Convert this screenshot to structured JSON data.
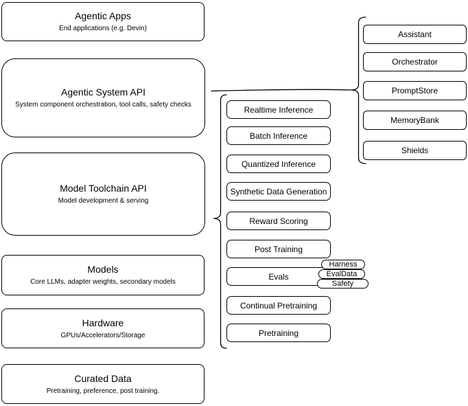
{
  "layers": [
    {
      "title": "Agentic Apps",
      "subtitle": "End applications (e.g. Devin)"
    },
    {
      "title": "Agentic System API",
      "subtitle": "System component orchestration, tool calls, safety checks"
    },
    {
      "title": "Model Toolchain API",
      "subtitle": "Model development & serving"
    },
    {
      "title": "Models",
      "subtitle": "Core LLMs, adapter weights, secondary models"
    },
    {
      "title": "Hardware",
      "subtitle": "GPUs/Accelerators/Storage"
    },
    {
      "title": "Curated Data",
      "subtitle": "Pretraining, preference, post training."
    }
  ],
  "toolchain": {
    "items": [
      "Realtime Inference",
      "Batch Inference",
      "Quantized Inference",
      "Synthetic Data Generation",
      "Reward Scoring",
      "Post Training",
      "Evals",
      "Continual Pretraining",
      "Pretraining"
    ]
  },
  "eval_tags": [
    "Harness",
    "EvalData",
    "Safety"
  ],
  "system_components": [
    "Assistant",
    "Orchestrator",
    "PromptStore",
    "MemoryBank",
    "Shields"
  ],
  "colors": {
    "stroke": "#000000",
    "fill": "#ffffff",
    "background": "#ffffff"
  }
}
